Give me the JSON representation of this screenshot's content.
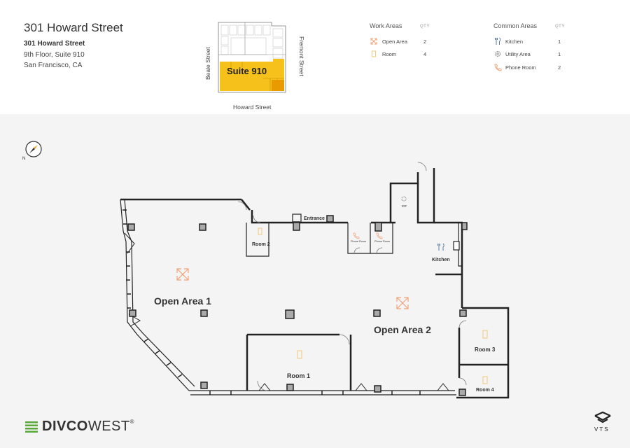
{
  "header": {
    "title": "301 Howard Street",
    "address_name": "301 Howard Street",
    "address_line1": "9th Floor, Suite 910",
    "address_line2": "San Francisco, CA"
  },
  "keymap": {
    "street_left": "Beale Street",
    "street_right": "Fremont Street",
    "street_bottom": "Howard Street",
    "suite_label": "Suite 910",
    "highlight_color": "#f5c11a"
  },
  "legend": {
    "qty_header": "QTY",
    "work_areas": {
      "title": "Work Areas",
      "items": [
        {
          "label": "Open Area",
          "qty": "2",
          "icon": "open-area-icon"
        },
        {
          "label": "Room",
          "qty": "4",
          "icon": "room-icon"
        }
      ]
    },
    "common_areas": {
      "title": "Common Areas",
      "items": [
        {
          "label": "Kitchen",
          "qty": "1",
          "icon": "kitchen-icon"
        },
        {
          "label": "Utility Area",
          "qty": "1",
          "icon": "utility-icon"
        },
        {
          "label": "Phone Room",
          "qty": "2",
          "icon": "phone-icon"
        }
      ]
    }
  },
  "floorplan": {
    "labels": {
      "open_area_1": "Open Area 1",
      "open_area_2": "Open Area 2",
      "room_1": "Room 1",
      "room_2": "Room 2",
      "room_3": "Room 3",
      "room_4": "Room 4",
      "kitchen": "Kitchen",
      "entrance": "Entrance",
      "phone_room_a": "Phone Room",
      "phone_room_b": "Phone Room",
      "idf": "IDF"
    },
    "compass_letter": "N",
    "accent_color": "#f0a37a",
    "room_icon_color": "#f3c97a"
  },
  "footer": {
    "brand_bold": "DIVCO",
    "brand_light": "WEST",
    "brand_mark": "®",
    "vts": "VTS"
  }
}
